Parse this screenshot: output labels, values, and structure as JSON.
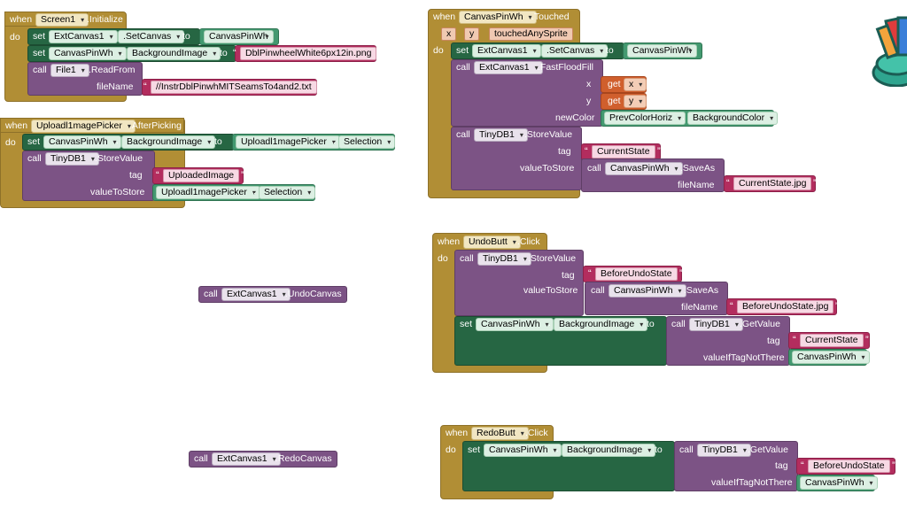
{
  "keywords": {
    "when": "when",
    "do": "do",
    "set": "set",
    "to": "to",
    "call": "call",
    "get": "get",
    "dot": "."
  },
  "screen_init": {
    "component": "Screen1",
    "event": ".Initialize",
    "stmt1": {
      "component": "ExtCanvas1",
      "method": ".SetCanvas",
      "value": "CanvasPinWh"
    },
    "stmt2": {
      "component": "CanvasPinWh",
      "property": "BackgroundImage",
      "value": "DblPinwheelWhite6px12in.png"
    },
    "stmt3": {
      "component": "File1",
      "method": ".ReadFrom",
      "param": "fileName",
      "value": "//InstrDblPinwhMITSeamsTo4and2.txt"
    }
  },
  "upload_picker": {
    "component": "Uploadl1magePicker",
    "event": ".AfterPicking",
    "stmt1": {
      "component": "CanvasPinWh",
      "property": "BackgroundImage",
      "value_component": "Uploadl1magePicker",
      "value_property": "Selection"
    },
    "stmt2": {
      "component": "TinyDB1",
      "method": ".StoreValue",
      "param_tag": "tag",
      "tag": "UploadedImage",
      "param_value": "valueToStore",
      "value_component": "Uploadl1magePicker",
      "value_property": "Selection"
    }
  },
  "undo_canvas": {
    "component": "ExtCanvas1",
    "method": ".UndoCanvas"
  },
  "redo_canvas": {
    "component": "ExtCanvas1",
    "method": ".RedoCanvas"
  },
  "touched": {
    "component": "CanvasPinWh",
    "event": ".Touched",
    "params": [
      "x",
      "y",
      "touchedAnySprite"
    ],
    "stmt1": {
      "component": "ExtCanvas1",
      "method": ".SetCanvas",
      "value": "CanvasPinWh"
    },
    "stmt2": {
      "component": "ExtCanvas1",
      "method": ".FastFloodFill",
      "param_x": "x",
      "x_var": "x",
      "param_y": "y",
      "y_var": "y",
      "param_color": "newColor",
      "color_component": "PrevColorHoriz",
      "color_property": "BackgroundColor"
    },
    "stmt3": {
      "component": "TinyDB1",
      "method": ".StoreValue",
      "param_tag": "tag",
      "tag": "CurrentState",
      "param_value": "valueToStore",
      "save_component": "CanvasPinWh",
      "save_method": ".SaveAs",
      "param_file": "fileName",
      "file": "CurrentState.jpg"
    }
  },
  "undo_butt": {
    "component": "UndoButt",
    "event": ".Click",
    "stmt1": {
      "component": "TinyDB1",
      "method": ".StoreValue",
      "param_tag": "tag",
      "tag": "BeforeUndoState",
      "param_value": "valueToStore",
      "save_component": "CanvasPinWh",
      "save_method": ".SaveAs",
      "param_file": "fileName",
      "file": "BeforeUndoState.jpg"
    },
    "stmt2": {
      "component": "CanvasPinWh",
      "property": "BackgroundImage",
      "get_component": "TinyDB1",
      "get_method": ".GetValue",
      "param_tag": "tag",
      "tag": "CurrentState",
      "param_default": "valueIfTagNotThere",
      "default": "CanvasPinWh"
    }
  },
  "redo_butt": {
    "component": "RedoButt",
    "event": ".Click",
    "stmt1": {
      "component": "CanvasPinWh",
      "property": "BackgroundImage",
      "get_component": "TinyDB1",
      "get_method": ".GetValue",
      "param_tag": "tag",
      "tag": "BeforeUndoState",
      "param_default": "valueIfTagNotThere",
      "default": "CanvasPinWh"
    }
  }
}
